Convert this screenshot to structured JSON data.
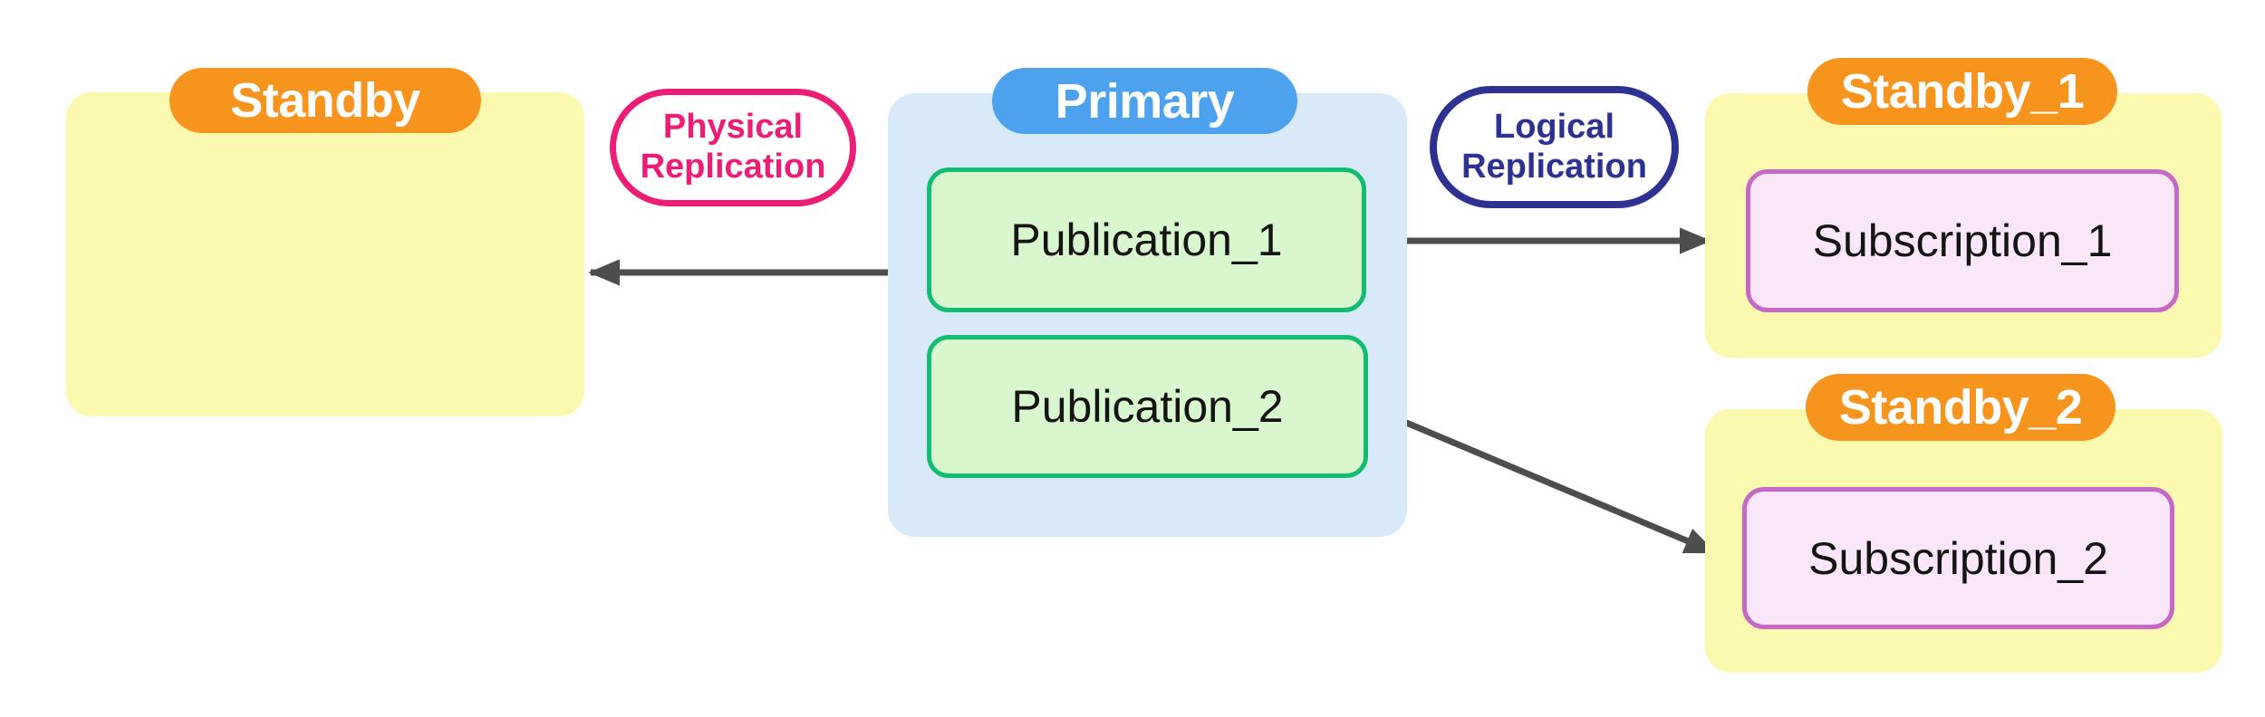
{
  "diagram": {
    "nodes": {
      "standby": {
        "label": "Standby"
      },
      "primary": {
        "label": "Primary",
        "publications": [
          {
            "label": "Publication_1"
          },
          {
            "label": "Publication_2"
          }
        ]
      },
      "standby_1": {
        "label": "Standby_1",
        "subscription": {
          "label": "Subscription_1"
        }
      },
      "standby_2": {
        "label": "Standby_2",
        "subscription": {
          "label": "Subscription_2"
        }
      }
    },
    "labels": {
      "physical": "Physical Replication",
      "logical": "Logical Replication"
    },
    "arrows": [
      {
        "from": "Primary",
        "to": "Standby",
        "type": "physical_replication",
        "direction": "left"
      },
      {
        "from": "Publication_1",
        "to": "Subscription_1",
        "type": "logical_replication",
        "direction": "right"
      },
      {
        "from": "Publication_2",
        "to": "Subscription_2",
        "type": "logical_replication",
        "direction": "right-down"
      }
    ]
  },
  "colors": {
    "background": "#FFFFFF",
    "standby_fill": "#FBF8AF",
    "badge_orange": "#F7941E",
    "primary_badge_blue": "#4CA2EE",
    "primary_fill": "#D8EAFA",
    "publication_fill": "#D9F7CE",
    "publication_border": "#12BD72",
    "subscription_fill": "#FAE6F9",
    "subscription_border": "#C767C7",
    "physical_pill": "#EB1D77",
    "logical_pill": "#2C3192",
    "arrow": "#4D4D4D",
    "text_dark": "#141414",
    "badge_text": "#FFFFFF"
  }
}
